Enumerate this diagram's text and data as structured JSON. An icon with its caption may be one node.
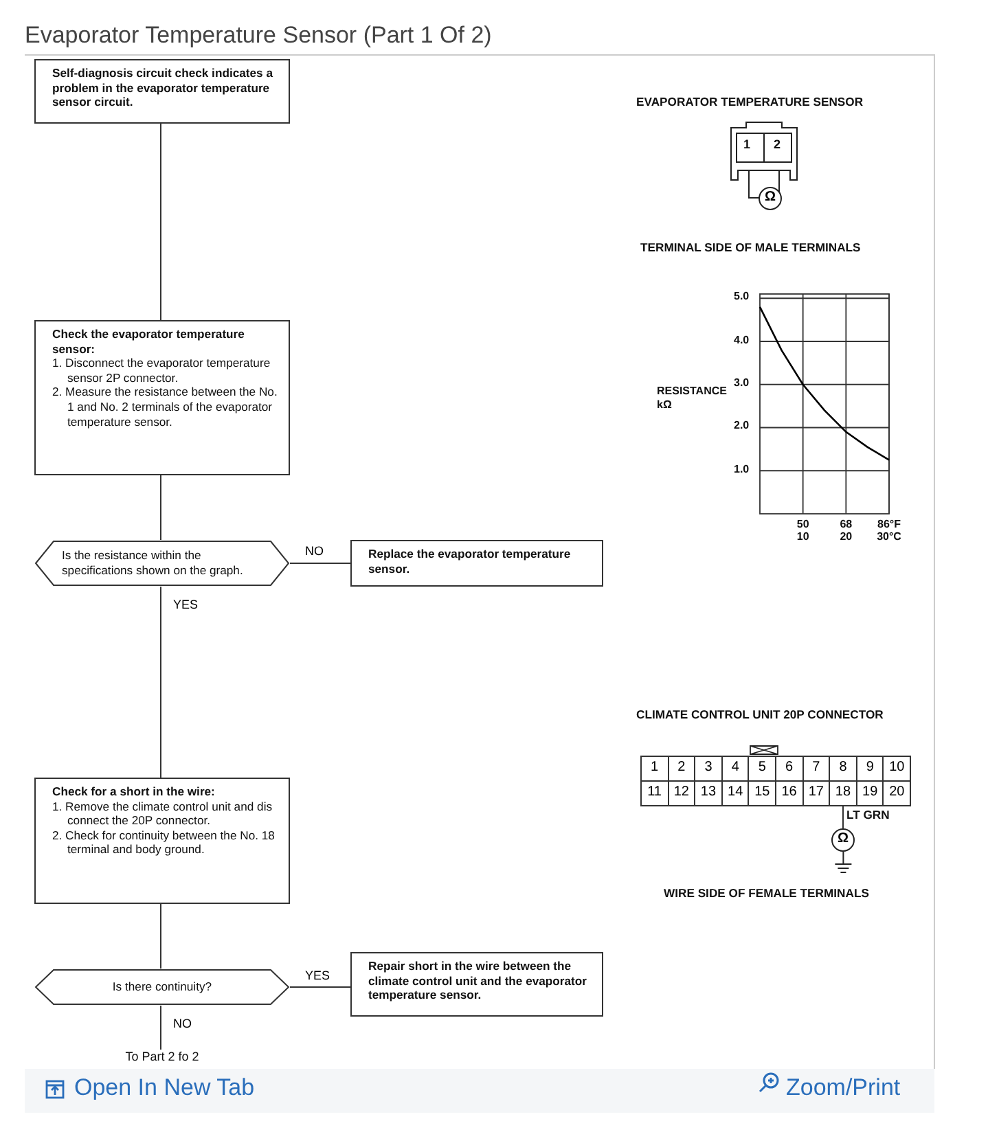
{
  "diagram": {
    "title": "Evaporator Temperature Sensor (Part 1 Of 2)",
    "nodes": [
      {
        "text": [
          "Self-diagnosis circuit check indicates a problem in the evaporator temperature sensor circuit."
        ]
      },
      {
        "text": [
          "Check the evaporator temperature sensor:",
          "1. Disconnect the evaporator temperature sensor 2P connector.",
          "2. Measure the resistance between the No. 1 and No. 2 terminals of the evaporator temperature sensor."
        ]
      },
      {
        "text": [
          "Is the resistance within the specifications shown on the graph."
        ]
      },
      {
        "text": [
          "Replace the evaporator temperature sensor."
        ]
      },
      {
        "text": [
          "Check for a short in the wire:",
          "1. Remove the climate control unit and dis connect the 20P connector.",
          "2. Check for continuity between the No. 18 terminal and body ground."
        ]
      },
      {
        "text": [
          "Is there continuity?"
        ]
      },
      {
        "text": [
          "Repair short in the wire between the climate control unit and the evaporator temperature sensor."
        ]
      },
      {
        "text": [
          "To Part 2 fo 2"
        ]
      },
      {
        "text": [
          "18"
        ]
      },
      {
        "text": [
          "Ω"
        ]
      }
    ],
    "edges": [
      {
        "from": 0,
        "to": 1,
        "arrow": "none"
      },
      {
        "from": 1,
        "to": 2,
        "arrow": "none"
      },
      {
        "from": 2,
        "to": 3,
        "arrow": "none",
        "label": "NO"
      },
      {
        "from": 2,
        "to": 4,
        "arrow": "none",
        "label": "YES"
      },
      {
        "from": 4,
        "to": 5,
        "arrow": "none"
      },
      {
        "from": 5,
        "to": 6,
        "arrow": "none",
        "label": "YES"
      },
      {
        "from": 5,
        "to": 7,
        "arrow": "none",
        "label": "NO"
      },
      {
        "from": 8,
        "to": 9,
        "arrow": "none"
      }
    ],
    "labels": [
      "EVAPORATOR TEMPERATURE SENSOR",
      "1",
      "2",
      "Ω",
      "TERMINAL SIDE OF MALE TERMINALS",
      "CLIMATE CONTROL UNIT 20P CONNECTOR",
      "1",
      "2",
      "3",
      "4",
      "5",
      "6",
      "7",
      "8",
      "9",
      "10",
      "11",
      "12",
      "13",
      "14",
      "15",
      "16",
      "17",
      "19",
      "20",
      "LT GRN",
      "WIRE SIDE OF FEMALE TERMINALS",
      "Open In New Tab",
      "Zoom/Print",
      "50",
      "68",
      "86°F"
    ],
    "chart_data": {
      "type": "line",
      "ylabel": "RESISTANCE kΩ",
      "grid": true,
      "xlim": [
        0,
        30
      ],
      "ylim": [
        0,
        5.1
      ],
      "xticks": [
        {
          "value": 10,
          "label": "10"
        },
        {
          "value": 20,
          "label": "20"
        },
        {
          "value": 30,
          "label": "30°C"
        }
      ],
      "yticks": [
        {
          "value": 1,
          "label": "1.0"
        },
        {
          "value": 2,
          "label": "2.0"
        },
        {
          "value": 3,
          "label": "3.0"
        },
        {
          "value": 4,
          "label": "4.0"
        },
        {
          "value": 5,
          "label": "5.0"
        }
      ],
      "x": [
        0,
        5,
        10,
        15,
        20,
        25,
        30
      ],
      "series": [
        {
          "color": "#000000",
          "values": [
            4.8,
            3.8,
            3.0,
            2.4,
            1.9,
            1.55,
            1.25
          ]
        }
      ]
    }
  }
}
